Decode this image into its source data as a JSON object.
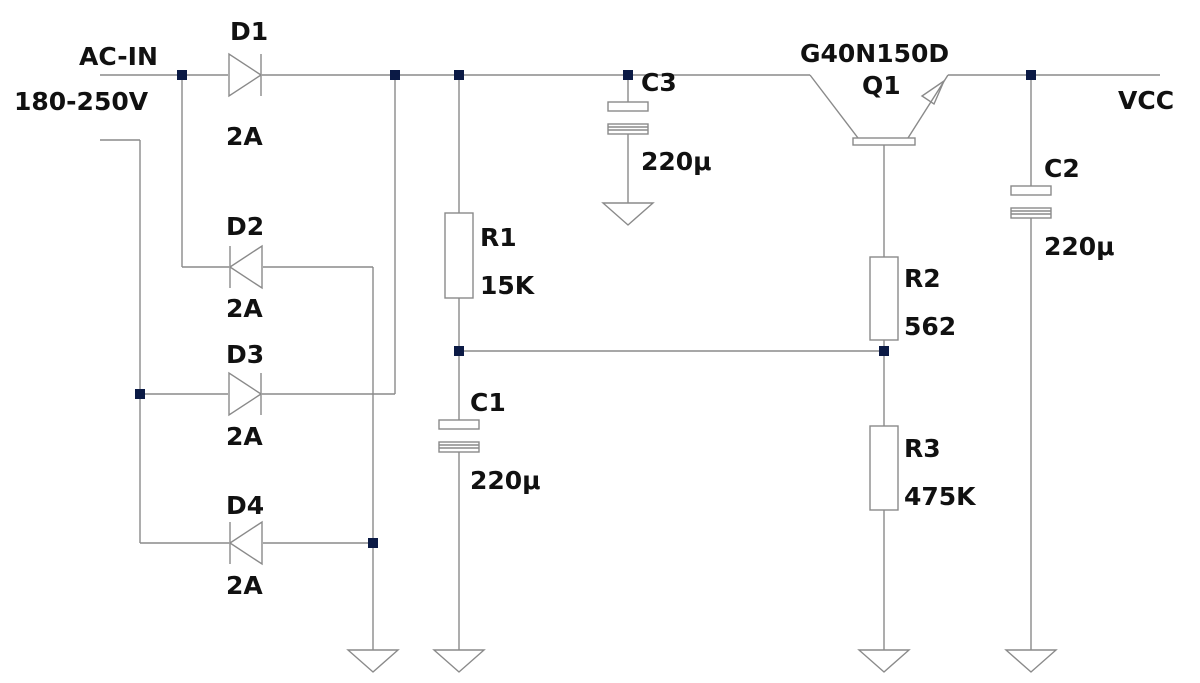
{
  "input": {
    "name": "AC-IN",
    "rating": "180-250V"
  },
  "output": {
    "name": "VCC"
  },
  "components": {
    "D1": {
      "ref": "D1",
      "value": "2A"
    },
    "D2": {
      "ref": "D2",
      "value": "2A"
    },
    "D3": {
      "ref": "D3",
      "value": "2A"
    },
    "D4": {
      "ref": "D4",
      "value": "2A"
    },
    "R1": {
      "ref": "R1",
      "value": "15K"
    },
    "R2": {
      "ref": "R2",
      "value": "562"
    },
    "R3": {
      "ref": "R3",
      "value": "475K"
    },
    "C1": {
      "ref": "C1",
      "value": "220μ"
    },
    "C2": {
      "ref": "C2",
      "value": "220μ"
    },
    "C3": {
      "ref": "C3",
      "value": "220μ"
    },
    "Q1": {
      "ref": "Q1",
      "part": "G40N150D"
    }
  },
  "colors": {
    "wire": "#8a8a8a",
    "junction": "#0b1a45",
    "text": "#111111"
  }
}
